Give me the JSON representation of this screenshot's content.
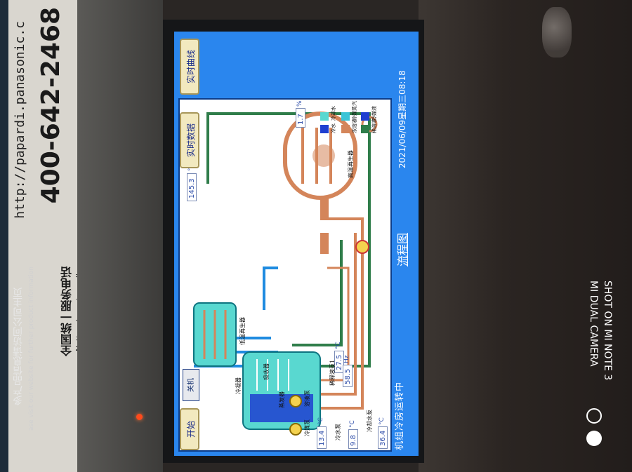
{
  "sticker": {
    "url": "http://papardi.panasonic.c",
    "phone": "400-642-2468",
    "hotline_cn": "全国统一服务电话",
    "hotline_en": "National service call",
    "more_info_cn": "多产品信息请访问公司主页",
    "more_info_en": "ase visit our website for further product information"
  },
  "screen": {
    "header_title": "机组冷房运转中",
    "page_title": "流程图",
    "datetime": "2021/06/09星期三08:18",
    "buttons": {
      "realtime_curve": "实时曲线",
      "realtime_data": "实时数据",
      "start_main": "开始",
      "start": "开机",
      "stop": "关机"
    },
    "components": {
      "high_temp_regenerator": "高温再生器",
      "low_temp_regenerator": "低温再生器",
      "condenser": "冷凝器",
      "absorber": "吸收器",
      "evaporator": "蒸发器",
      "solution_pump": "溶液泵",
      "refrigerant_pump": "冷媒泵",
      "dilute_pump_1": "稀释液泵1",
      "cooling_water_pump": "冷却水泵",
      "chilled_water_pump": "冷水泵"
    },
    "legend": [
      {
        "label": "冷水",
        "color": "#1f3fd0"
      },
      {
        "label": "冷却水",
        "color": "#59d8d0"
      },
      {
        "label": "浓溶液",
        "color": "#d4855a"
      },
      {
        "label": "冷媒蒸汽",
        "color": "#3bc4d6"
      },
      {
        "label": "稀溶液",
        "color": "#2f7d4a"
      },
      {
        "label": "冷媒液",
        "color": "#1f3fd0"
      }
    ],
    "readouts": {
      "generator_temp": {
        "value": "145.3",
        "unit": "°C"
      },
      "opening": {
        "value": "1.7",
        "unit": "%"
      },
      "evap_temp": {
        "value": "27.5",
        "unit": "°C"
      },
      "frequency": {
        "value": "58.5",
        "unit": "Hz"
      },
      "cooling_water_temp": {
        "value": "36.4",
        "unit": "°C"
      },
      "chilled_out_temp": {
        "value": "9.8",
        "unit": "°C"
      },
      "chilled_in_temp": {
        "value": "13.4",
        "unit": "°C"
      }
    }
  },
  "watermark": {
    "line1": "SHOT ON MI NOTE 3",
    "line2": "MI DUAL CAMERA"
  },
  "colors": {
    "screen_blue": "#2a86ee",
    "panel_white": "#ffffff",
    "pipe_green": "#2f7d4a",
    "pipe_brown": "#d4855a",
    "pipe_blue": "#1f8be0",
    "button_cream": "#f2e9bf"
  }
}
